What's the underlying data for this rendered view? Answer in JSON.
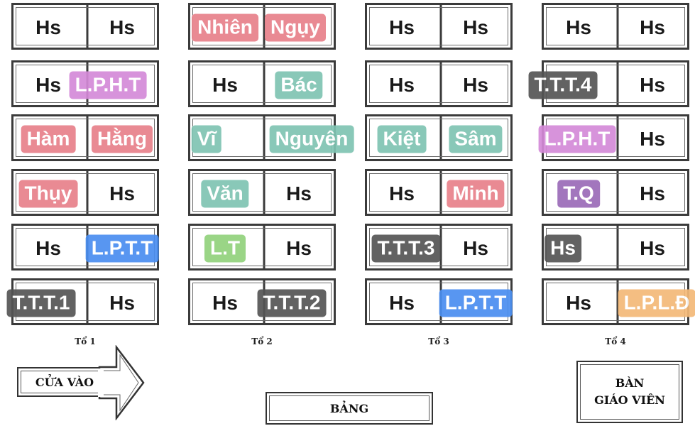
{
  "colors": {
    "pink": "#e8818a",
    "teal": "#7fc4b2",
    "magenta": "#d48ad8",
    "blue": "#4a8ef0",
    "gray": "#555555",
    "green": "#92d27c",
    "purple": "#9b6bb8",
    "orange": "#f4b978"
  },
  "groups": [
    {
      "label": "Tổ 1",
      "desks": [
        {
          "left": {
            "text": "Hs"
          },
          "right": {
            "text": "Hs"
          }
        },
        {
          "left": {
            "text": "Hs"
          },
          "right": {
            "text": "L.P.H.T",
            "color": "magenta"
          }
        },
        {
          "left": {
            "text": "Hàm",
            "color": "pink"
          },
          "right": {
            "text": "Hằng",
            "color": "pink"
          }
        },
        {
          "left": {
            "text": "Thụy",
            "color": "pink"
          },
          "right": {
            "text": "Hs"
          }
        },
        {
          "left": {
            "text": "Hs"
          },
          "right": {
            "text": "L.P.T.T",
            "color": "blue"
          }
        },
        {
          "left": {
            "text": "T.T.T.1",
            "color": "gray"
          },
          "right": {
            "text": "Hs"
          }
        }
      ]
    },
    {
      "label": "Tổ 2",
      "desks": [
        {
          "left": {
            "text": "Nhiên",
            "color": "pink"
          },
          "right": {
            "text": "Ngụy",
            "color": "pink"
          }
        },
        {
          "left": {
            "text": "Hs"
          },
          "right": {
            "text": "Bác",
            "color": "teal"
          }
        },
        {
          "left": {
            "text": "Vĩ",
            "color": "teal"
          },
          "right": {
            "text": "Nguyên",
            "color": "teal"
          }
        },
        {
          "left": {
            "text": "Văn",
            "color": "teal"
          },
          "right": {
            "text": "Hs"
          }
        },
        {
          "left": {
            "text": "L.T",
            "color": "green"
          },
          "right": {
            "text": "Hs"
          }
        },
        {
          "left": {
            "text": "Hs"
          },
          "right": {
            "text": "T.T.T.2",
            "color": "gray"
          }
        }
      ]
    },
    {
      "label": "Tổ 3",
      "desks": [
        {
          "left": {
            "text": "Hs"
          },
          "right": {
            "text": "Hs"
          }
        },
        {
          "left": {
            "text": "Hs"
          },
          "right": {
            "text": "Hs"
          }
        },
        {
          "left": {
            "text": "Kiệt",
            "color": "teal"
          },
          "right": {
            "text": "Sâm",
            "color": "teal"
          }
        },
        {
          "left": {
            "text": "Hs"
          },
          "right": {
            "text": "Minh",
            "color": "pink"
          }
        },
        {
          "left": {
            "text": "T.T.T.3",
            "color": "gray"
          },
          "right": {
            "text": "Hs"
          }
        },
        {
          "left": {
            "text": "Hs"
          },
          "right": {
            "text": "L.P.T.T",
            "color": "blue"
          }
        }
      ]
    },
    {
      "label": "Tổ 4",
      "desks": [
        {
          "left": {
            "text": "Hs"
          },
          "right": {
            "text": "Hs"
          }
        },
        {
          "left": {
            "text": "T.T.T.4",
            "color": "gray"
          },
          "right": {
            "text": "Hs"
          }
        },
        {
          "left": {
            "text": "L.P.H.T",
            "color": "magenta"
          },
          "right": {
            "text": "Hs"
          }
        },
        {
          "left": {
            "text": "T.Q",
            "color": "purple"
          },
          "right": {
            "text": "Hs"
          }
        },
        {
          "left": {
            "text": "Hs",
            "color": "gray"
          },
          "right": {
            "text": "Hs"
          }
        },
        {
          "left": {
            "text": "Hs"
          },
          "right": {
            "text": "L.P.L.Đ",
            "color": "orange"
          }
        }
      ]
    }
  ],
  "door": {
    "label": "CỬA VÀO"
  },
  "board": {
    "label": "BẢNG"
  },
  "teacher_desk": {
    "line1": "BÀN",
    "line2": "GIÁO VIÊN"
  }
}
